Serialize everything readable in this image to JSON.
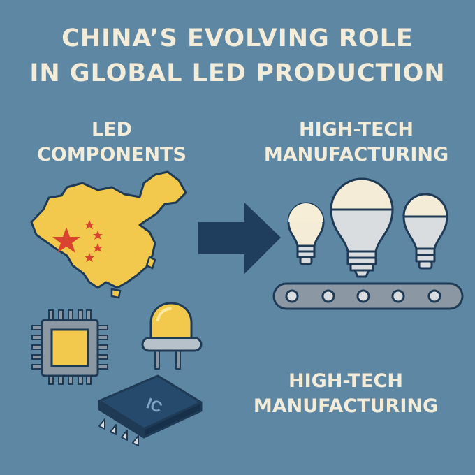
{
  "title": {
    "line1": "CHINA’S EVOLVING ROLE",
    "line2": "IN GLOBAL LED PRODUCTION"
  },
  "left_section": {
    "line1": "LED",
    "line2": "COMPONENTS"
  },
  "right_section": {
    "line1": "HIGH-TECH",
    "line2": "MANUFACTURING"
  },
  "bottom_section": {
    "line1": "HIGH-TECH",
    "line2": "MANUFACTURING"
  },
  "chip_label": "IC",
  "icons": [
    "china-map-icon",
    "flag-star-icon",
    "arrow-right-icon",
    "light-bulb-icon",
    "conveyor-belt-icon",
    "microchip-icon",
    "led-diode-icon",
    "ic-chip-icon"
  ],
  "colors": {
    "background": "#5e87a4",
    "text": "#f2ecd9",
    "map_yellow": "#f2c94c",
    "star_red": "#d9432f",
    "outline": "#1e3a55",
    "arrow": "#1f3d5c",
    "bulb_glass": "#f4ecd6",
    "bulb_base": "#d9dde0"
  }
}
